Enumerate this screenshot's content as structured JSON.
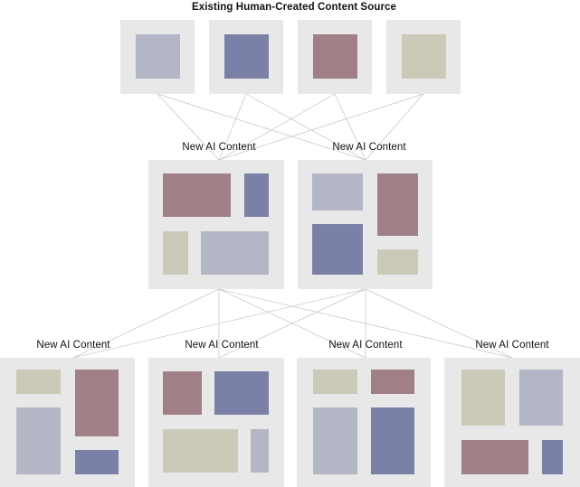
{
  "header": {
    "title": "Existing Human-Created Content Source"
  },
  "labels": {
    "mid_left": "New AI Content",
    "mid_right": "New AI Content",
    "bottom_1": "New AI Content",
    "bottom_2": "New AI Content",
    "bottom_3": "New AI Content",
    "bottom_4": "New AI Content"
  },
  "colors": {
    "panel_bg": "#e8e8e8",
    "slate": "#b3b6c4",
    "blue": "#7a80a6",
    "mauve": "#a07f87",
    "khaki": "#cbcab8",
    "edge": "#c4c4c4"
  }
}
